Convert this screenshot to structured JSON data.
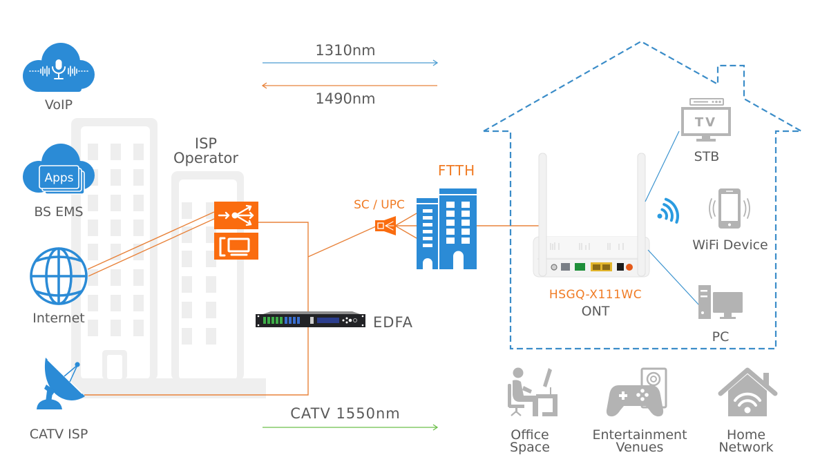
{
  "wavelengths": {
    "upstream": "1310nm",
    "downstream": "1490nm",
    "catv": "CATV 1550nm"
  },
  "sources": [
    {
      "label": "VoIP",
      "icon": "voip-cloud-icon"
    },
    {
      "label": "BS EMS",
      "icon": "apps-cloud-icon",
      "badge": "Apps"
    },
    {
      "label": "Internet",
      "icon": "globe-icon"
    },
    {
      "label": "CATV ISP",
      "icon": "satellite-dish-icon"
    }
  ],
  "operator": {
    "line1": "ISP",
    "line2": "Operator"
  },
  "edfa": {
    "label": "EDFA"
  },
  "connector": {
    "label": "SC / UPC"
  },
  "ftth": {
    "label": "FTTH"
  },
  "ont": {
    "model": "HSGQ-X111WC",
    "label": "ONT"
  },
  "home_devices": [
    {
      "label": "STB",
      "icon_text": "TV"
    },
    {
      "label": "WiFi Device"
    },
    {
      "label": "PC"
    }
  ],
  "scenarios": [
    {
      "line1": "Office",
      "line2": "Space"
    },
    {
      "line1": "Entertainment",
      "line2": "Venues"
    },
    {
      "line1": "Home",
      "line2": "Network"
    }
  ],
  "colors": {
    "blue": "#2b8bd6",
    "orange": "#fa6c0f",
    "orange_line": "#e8823a",
    "green_line": "#6cbf4a",
    "icon_gray": "#b3b3b3",
    "text_gray": "#5a5a5a",
    "building_gray": "#efefef"
  }
}
